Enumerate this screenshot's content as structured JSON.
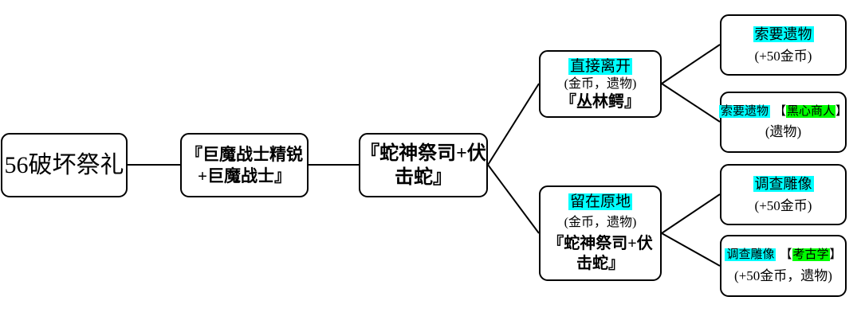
{
  "colors": {
    "choice_highlight": "#00ffff",
    "requirement_highlight": "#00ff00",
    "border": "#000000",
    "background": "#ffffff"
  },
  "brackets": {
    "open": "【",
    "close": "】"
  },
  "nodes": {
    "event": {
      "title": "56破坏祭礼"
    },
    "fight1": {
      "title": "『巨魔战士精锐\n+巨魔战士』"
    },
    "fight2": {
      "title": "『蛇神祭司+伏\n击蛇』"
    },
    "leave": {
      "choice": "直接离开",
      "reward": "(金币，遗物)",
      "next_fight": "『丛林鳄』"
    },
    "stay": {
      "choice": "留在原地",
      "reward": "(金币，遗物)",
      "next_fight": "『蛇神祭司+伏\n击蛇』"
    },
    "demand_relic": {
      "choice": "索要遗物",
      "reward": "(+50金币)"
    },
    "demand_relic_merchant": {
      "choice": "索要遗物",
      "requirement": "黑心商人",
      "reward": "(遗物)"
    },
    "inspect_statue": {
      "choice": "调查雕像",
      "reward": "(+50金币)"
    },
    "inspect_statue_archaeology": {
      "choice": "调查雕像",
      "requirement": "考古学",
      "reward": "(+50金币，遗物)"
    }
  }
}
